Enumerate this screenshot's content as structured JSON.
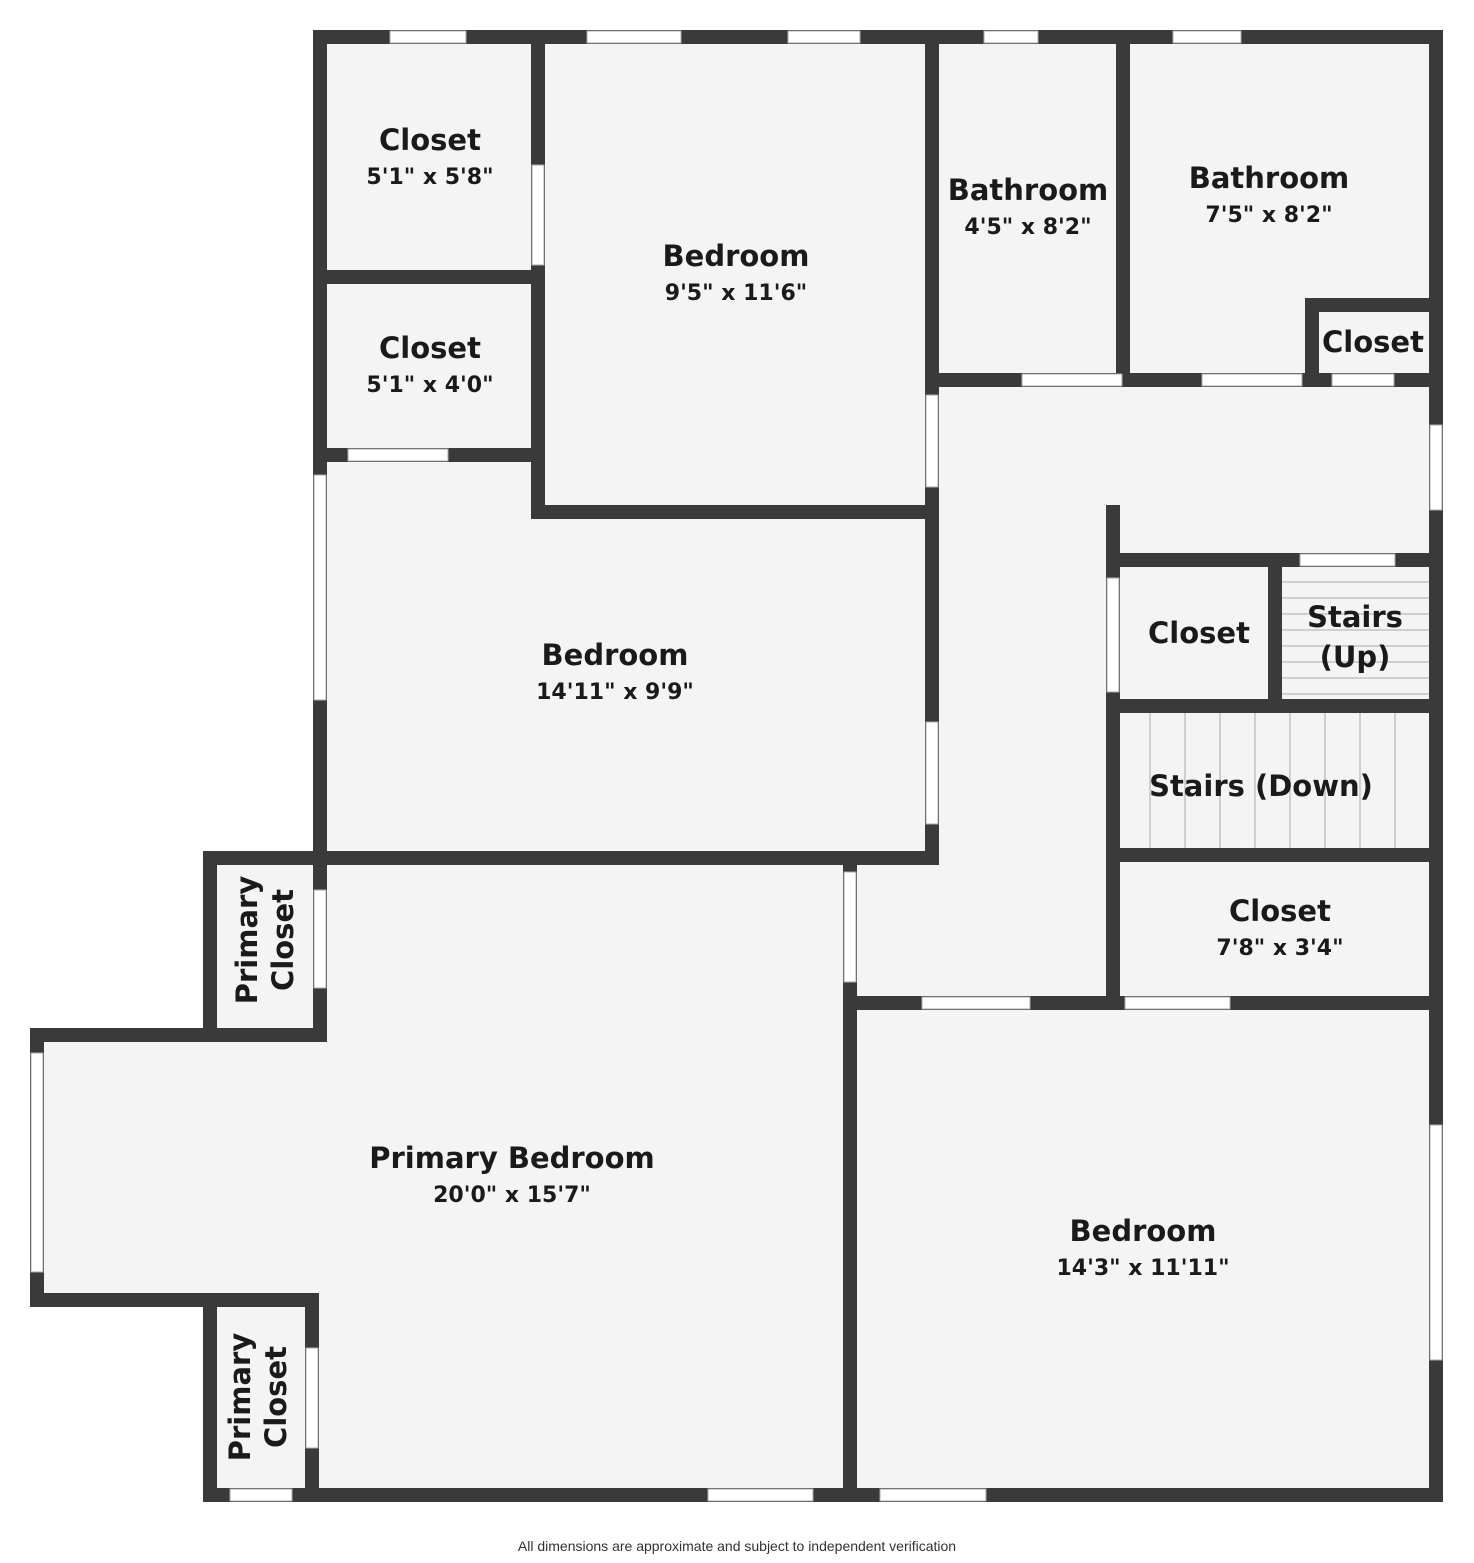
{
  "rooms": {
    "closet_a": {
      "name": "Closet",
      "dim": "5'1\" x 5'8\""
    },
    "closet_b": {
      "name": "Closet",
      "dim": "5'1\" x 4'0\""
    },
    "bedroom_a": {
      "name": "Bedroom",
      "dim": "9'5\" x 11'6\""
    },
    "bathroom_a": {
      "name": "Bathroom",
      "dim": "4'5\" x 8'2\""
    },
    "bathroom_b": {
      "name": "Bathroom",
      "dim": "7'5\" x 8'2\""
    },
    "closet_c": {
      "name": "Closet"
    },
    "bedroom_b": {
      "name": "Bedroom",
      "dim": "14'11\" x 9'9\""
    },
    "closet_d": {
      "name": "Closet"
    },
    "stairs_up": {
      "name1": "Stairs",
      "name2": "(Up)"
    },
    "stairs_down": {
      "name": "Stairs (Down)"
    },
    "closet_e": {
      "name": "Closet",
      "dim": "7'8\" x 3'4\""
    },
    "primary_closet_a": {
      "name1": "Primary",
      "name2": "Closet"
    },
    "primary_bedroom": {
      "name": "Primary Bedroom",
      "dim": "20'0\" x 15'7\""
    },
    "primary_closet_b": {
      "name1": "Primary",
      "name2": "Closet"
    },
    "bedroom_c": {
      "name": "Bedroom",
      "dim": "14'3\" x 11'11\""
    }
  },
  "footer": "All dimensions are approximate and subject to independent verification"
}
